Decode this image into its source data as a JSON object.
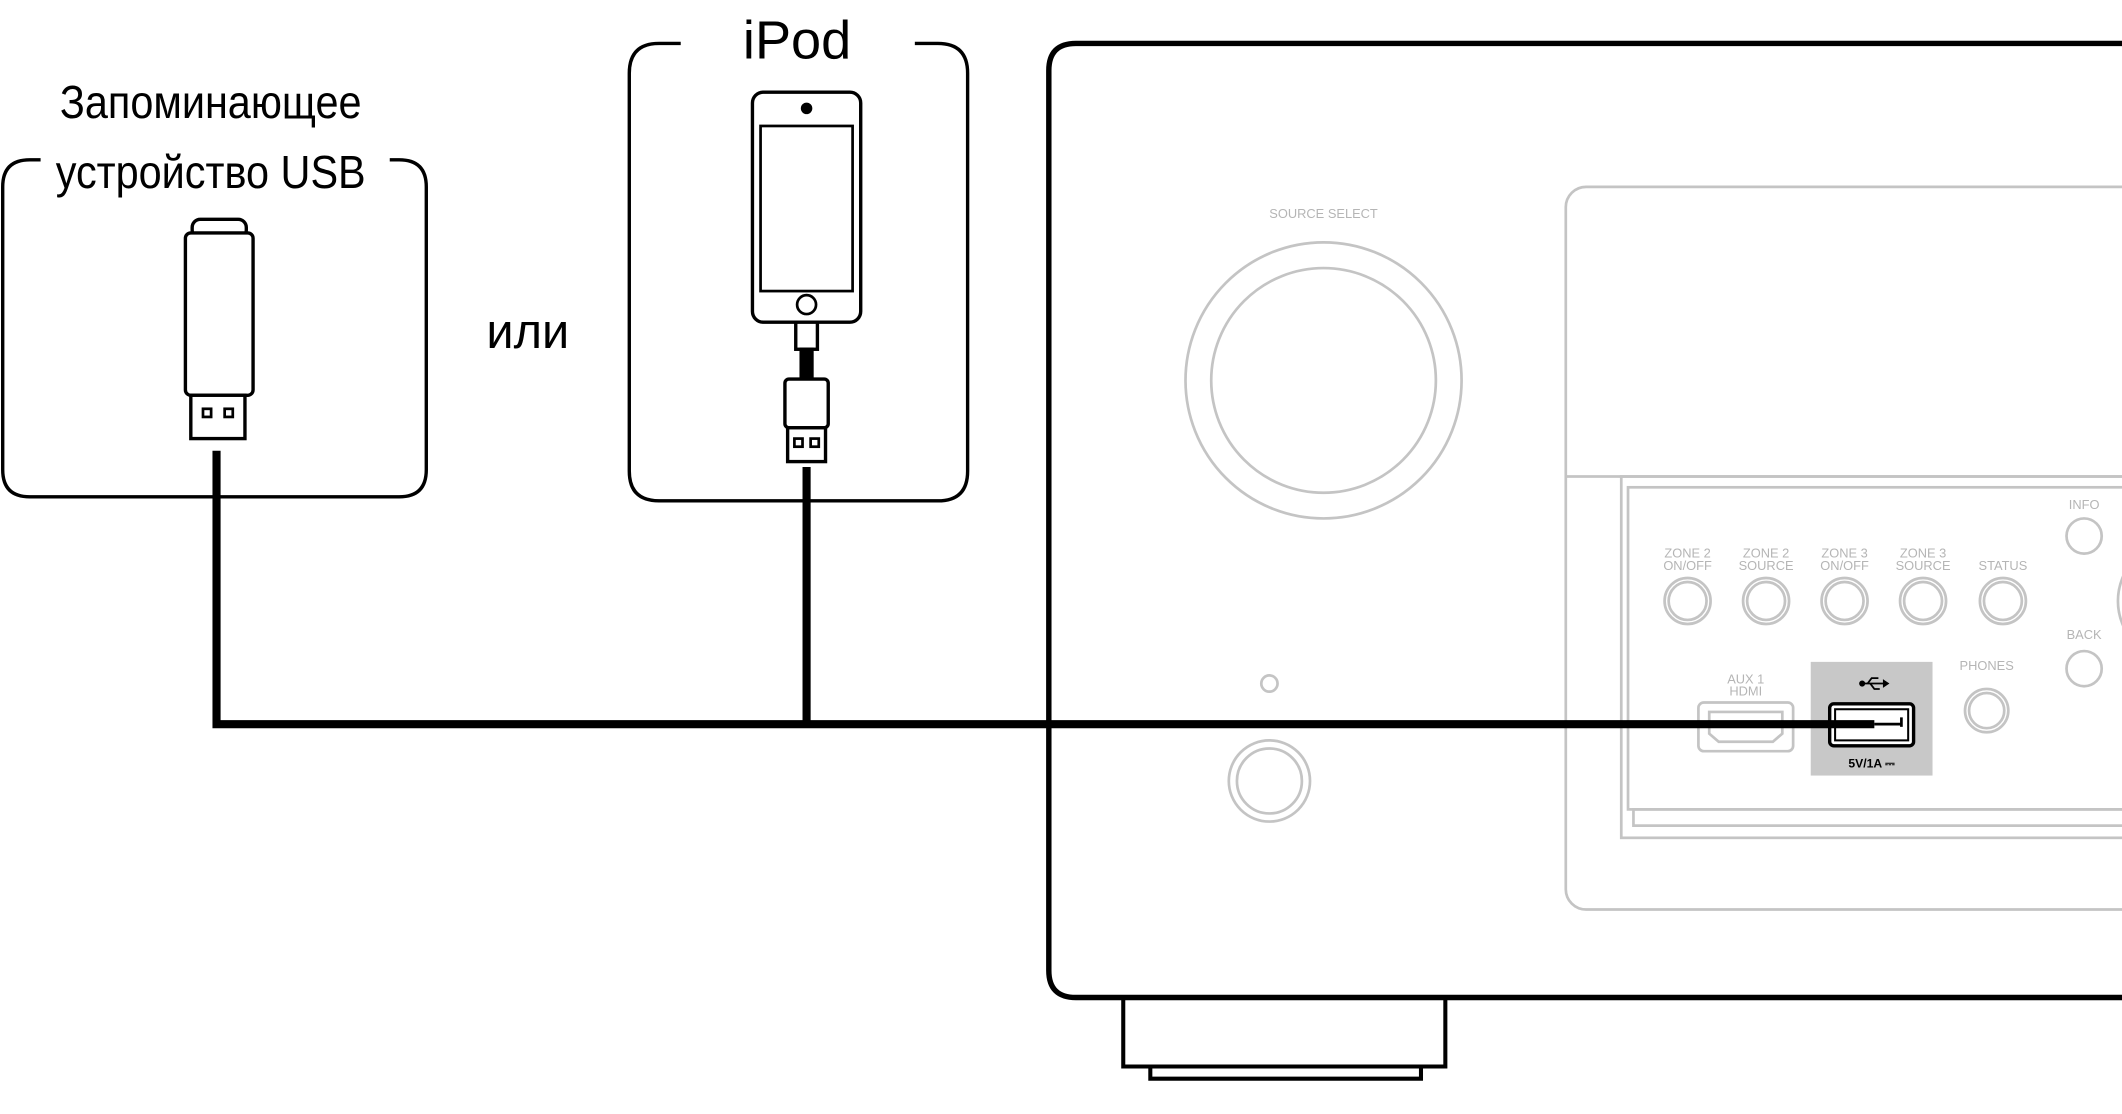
{
  "usb_device": {
    "title_line1": "Запоминающее",
    "title_line2": "устройство USB"
  },
  "or_label": "или",
  "ipod": {
    "title": "iPod"
  },
  "receiver": {
    "source_select": "SOURCE SELECT",
    "buttons": [
      {
        "line1": "ZONE 2",
        "line2": "ON/OFF"
      },
      {
        "line1": "ZONE 2",
        "line2": "SOURCE"
      },
      {
        "line1": "ZONE 3",
        "line2": "ON/OFF"
      },
      {
        "line1": "ZONE 3",
        "line2": "SOURCE"
      },
      {
        "line1": "",
        "line2": "STATUS"
      }
    ],
    "info": "INFO",
    "back": "BACK",
    "aux_line1": "AUX 1",
    "aux_line2": "HDMI",
    "phones": "PHONES",
    "usb_rating": "5V/1A ⎓",
    "usb_symbol": "⭠"
  },
  "colors": {
    "line": "#000000",
    "panel": "#c4c4c4",
    "usb_area": "#c8c8c8"
  }
}
